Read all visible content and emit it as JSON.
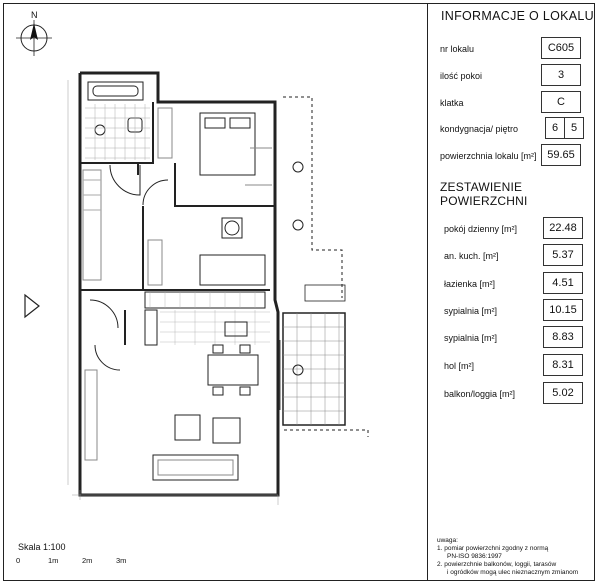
{
  "info_panel": {
    "title": "INFORMACJE O LOKALU",
    "fields": [
      {
        "label": "nr lokalu",
        "value": "C605"
      },
      {
        "label": "ilość pokoi",
        "value": "3"
      },
      {
        "label": "klatka",
        "value": "C"
      },
      {
        "label": "kondygnacja/ piętro",
        "values": [
          "6",
          "5"
        ]
      },
      {
        "label": "powierzchnia lokalu [m²]",
        "value": "59.65"
      }
    ]
  },
  "summary_panel": {
    "title": "ZESTAWIENIE POWIERZCHNI",
    "rows": [
      {
        "label": "pokój dzienny [m²]",
        "value": "22.48"
      },
      {
        "label": "an. kuch. [m²]",
        "value": "5.37"
      },
      {
        "label": "łazienka [m²]",
        "value": "4.51"
      },
      {
        "label": "sypialnia [m²]",
        "value": "10.15"
      },
      {
        "label": "sypialnia [m²]",
        "value": "8.83"
      },
      {
        "label": "hol [m²]",
        "value": "8.31"
      },
      {
        "label": "balkon/loggia [m²]",
        "value": "5.02"
      }
    ]
  },
  "notes": {
    "heading": "uwaga:",
    "lines": [
      "1. pomiar powierzchni zgodny z normą",
      "PN-ISO 9836:1997",
      "2. powierzchnie balkonów, loggii, tarasów",
      "i ogródków mogą ulec nieznacznym zmianom"
    ]
  },
  "scale": {
    "label": "Skala 1:100",
    "ticks": [
      "0",
      "1m",
      "2m",
      "3m"
    ]
  },
  "compass": {
    "letter": "N",
    "icon": "north-arrow-icon"
  },
  "entrance": {
    "icon": "entrance-arrow-icon"
  }
}
